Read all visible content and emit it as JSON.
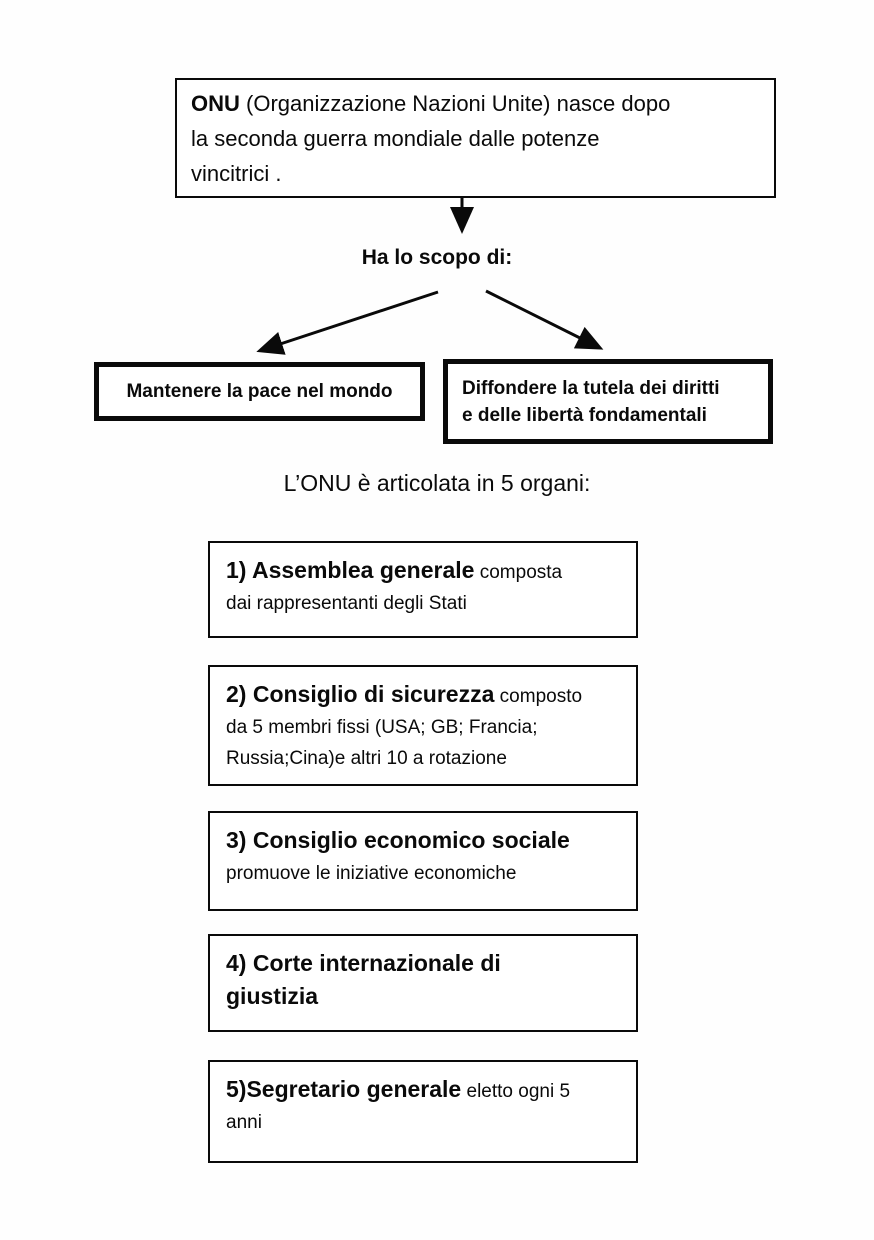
{
  "page": {
    "background": "#ffffff",
    "ink": "#0a0a0a",
    "language": "it"
  },
  "intro_box": {
    "bold": "ONU",
    "text": " (Organizzazione Nazioni Unite) nasce dopo\nla seconda guerra mondiale dalle potenze\nvincitrici ."
  },
  "purpose": {
    "heading": "Ha lo scopo di:",
    "goals": [
      {
        "label": "Mantenere la pace nel mondo"
      },
      {
        "label": "Diffondere la tutela dei diritti\ne delle libertà fondamentali"
      }
    ]
  },
  "organs": {
    "heading": "L’ONU è articolata in 5 organi:",
    "items": [
      {
        "lead": "1) Assemblea generale",
        "rest": " composta\ndai rappresentanti degli Stati"
      },
      {
        "lead": "2) Consiglio di sicurezza",
        "rest": " composto\nda 5 membri fissi (USA; GB; Francia;\nRussia;Cina)e altri 10 a rotazione"
      },
      {
        "lead": "3) Consiglio economico sociale",
        "rest": "\npromuove le iniziative economiche"
      },
      {
        "lead": "4) Corte internazionale di\ngiustizia",
        "rest": ""
      },
      {
        "lead": "5)Segretario generale",
        "rest": " eletto ogni 5\nanni"
      }
    ]
  },
  "icons": {
    "arrow_down": "flow arrow from intro box to purpose heading",
    "arrow_branch_left": "branch arrow to peace goal box",
    "arrow_branch_right": "branch arrow to rights goal box"
  }
}
